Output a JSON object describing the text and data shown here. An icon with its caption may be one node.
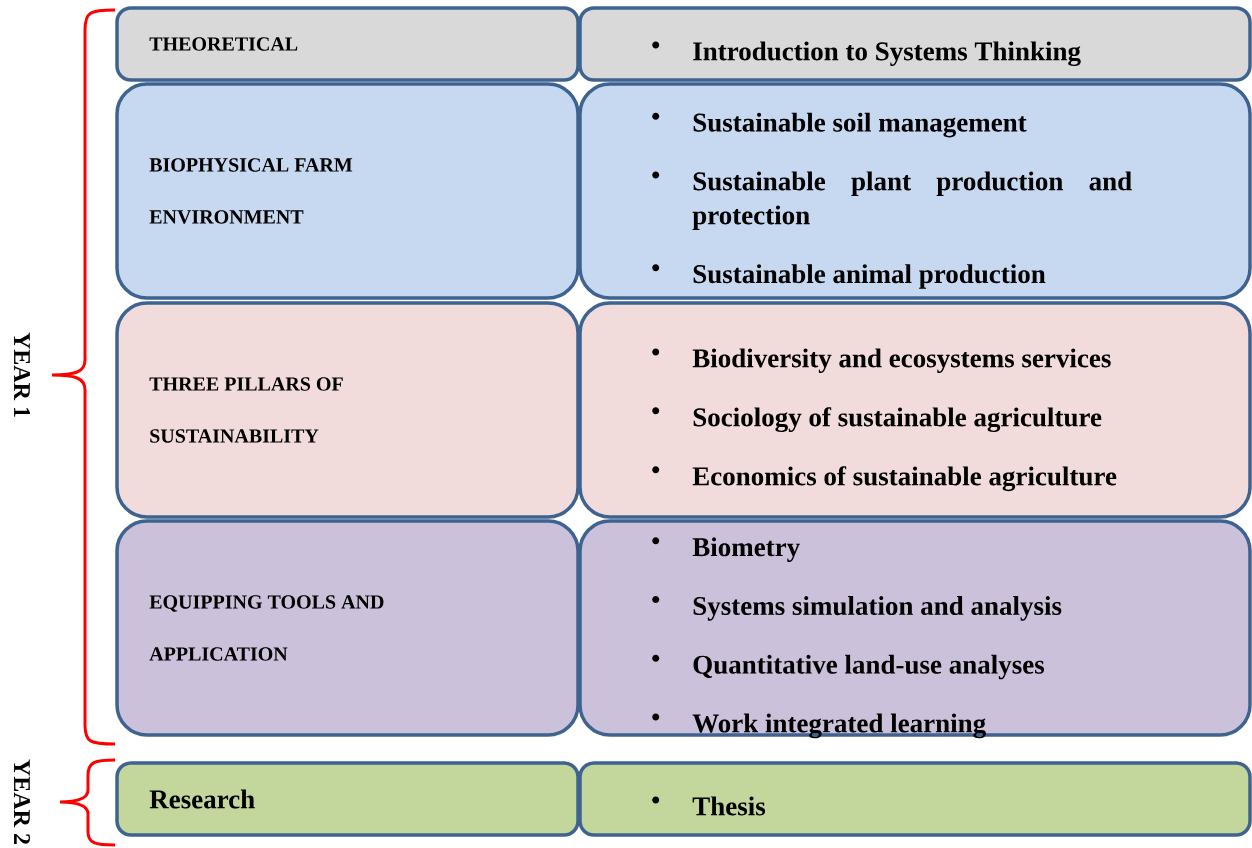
{
  "diagram": {
    "nodes": [
      {
        "text": [
          "THEORETICAL"
        ]
      },
      {
        "text": [
          "Introduction to Systems Thinking"
        ]
      },
      {
        "text": [
          "BIOPHYSICAL FARM ENVIRONMENT"
        ]
      },
      {
        "text": [
          "Sustainable soil management",
          "Sustainable plant production and protection",
          "Sustainable animal production"
        ]
      },
      {
        "text": [
          "THREE PILLARS OF SUSTAINABILITY"
        ]
      },
      {
        "text": [
          "Biodiversity and ecosystems services",
          "Sociology of sustainable agriculture",
          "Economics of sustainable agriculture"
        ]
      },
      {
        "text": [
          "EQUIPPING TOOLS AND APPLICATION"
        ]
      },
      {
        "text": [
          "Biometry",
          "Systems simulation and analysis",
          "Quantitative land-use analyses",
          "Work integrated learning"
        ]
      },
      {
        "text": [
          "Research"
        ]
      },
      {
        "text": [
          "Thesis"
        ]
      }
    ],
    "labels": [
      "YEAR 1",
      "YEAR 2"
    ]
  }
}
